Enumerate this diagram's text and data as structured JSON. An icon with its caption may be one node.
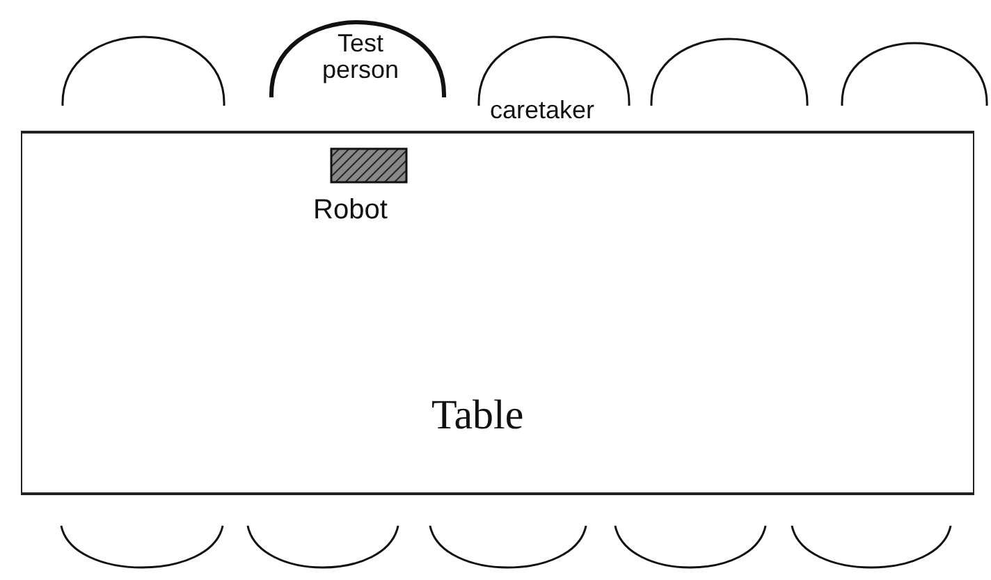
{
  "diagram": {
    "nodes": [
      {
        "text": [],
        "shape": "arc"
      },
      {
        "text": [
          "Test person"
        ]
      },
      {
        "text": [],
        "shape": "arc",
        "beside": [
          "caretaker"
        ]
      },
      {
        "text": [],
        "shape": "arc"
      },
      {
        "text": [],
        "shape": "arc"
      },
      {
        "text": [
          "Table"
        ]
      },
      {
        "text": [],
        "shape": "box",
        "beside": [
          "Robot"
        ],
        "in": 5
      },
      {
        "text": [],
        "shape": "arc"
      },
      {
        "text": [],
        "shape": "arc"
      },
      {
        "text": [],
        "shape": "arc"
      },
      {
        "text": [],
        "shape": "arc"
      },
      {
        "text": [],
        "shape": "arc"
      }
    ]
  }
}
